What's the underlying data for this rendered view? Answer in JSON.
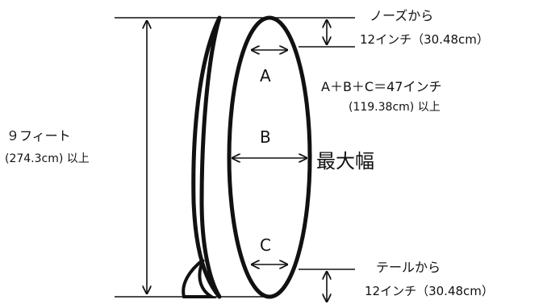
{
  "labels": {
    "nose_line1": "ノーズから",
    "nose_line2": "12インチ（30.48cm）",
    "tail_line1": "テールから",
    "tail_line2": "12インチ（30.48cm）",
    "length_line1": "９フィート",
    "length_line2": "(274.3cm) 以上",
    "a": "A",
    "b": "B",
    "c": "C",
    "formula_line1": "A＋B＋C＝47インチ",
    "formula_line2": "(119.38cm) 以上",
    "max_width": "最大幅"
  },
  "colors": {
    "stroke": "#111111"
  }
}
